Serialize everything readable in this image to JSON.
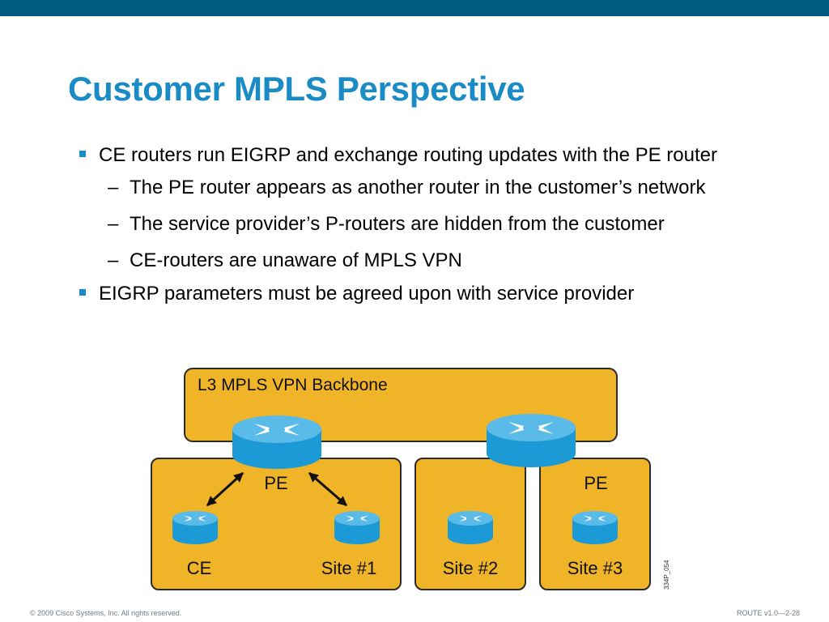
{
  "slide": {
    "title": "Customer MPLS Perspective",
    "bullet_color": "#1a8bc4",
    "bullets": [
      {
        "text": "CE routers run EIGRP and exchange routing updates with the PE router",
        "sub": [
          "The PE router appears as another router in the customer’s network",
          "The service provider’s P-routers are hidden from the customer",
          "CE-routers are unaware of MPLS VPN"
        ]
      },
      {
        "text": "EIGRP parameters must be agreed upon with service provider"
      }
    ]
  },
  "diagram": {
    "backbone_label": "L3 MPLS VPN Backbone",
    "box_fill": "#f0b429",
    "box_stroke": "#2b2b2b",
    "router_color": "#1b9ad6",
    "labels": {
      "pe_left": "PE",
      "pe_right": "PE",
      "ce": "CE",
      "site1": "Site #1",
      "site2": "Site #2",
      "site3": "Site #3"
    },
    "figure_id": "334P_054",
    "dash": "–"
  },
  "footer": {
    "copyright": "© 2009 Cisco Systems, Inc. All rights reserved.",
    "page_ref": "ROUTE v1.0—2-28"
  }
}
